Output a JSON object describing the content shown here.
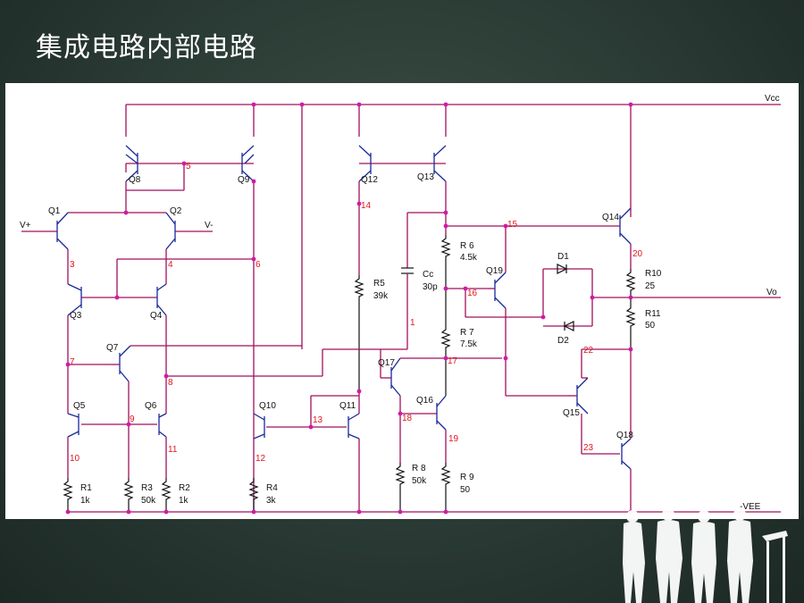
{
  "slide": {
    "title": "集成电路内部电路"
  },
  "rails": {
    "vcc": "Vcc",
    "vee": "-VEE"
  },
  "ports": {
    "vplus": "V+",
    "vminus": "V-",
    "vo": "Vo"
  },
  "transistors": {
    "q1": "Q1",
    "q2": "Q2",
    "q3": "Q3",
    "q4": "Q4",
    "q5": "Q5",
    "q6": "Q6",
    "q7": "Q7",
    "q8": "Q8",
    "q9": "Q9",
    "q10": "Q10",
    "q11": "Q11",
    "q12": "Q12",
    "q13": "Q13",
    "q14": "Q14",
    "q15": "Q15",
    "q16": "Q16",
    "q17": "Q17",
    "q18": "Q18",
    "q19": "Q19"
  },
  "resistors": {
    "r1": {
      "name": "R1",
      "value": "1k"
    },
    "r2": {
      "name": "R2",
      "value": "1k"
    },
    "r3": {
      "name": "R3",
      "value": "50k"
    },
    "r4": {
      "name": "R4",
      "value": "3k"
    },
    "r5": {
      "name": "R5",
      "value": "39k"
    },
    "r6": {
      "name": "R 6",
      "value": "4.5k"
    },
    "r7": {
      "name": "R 7",
      "value": "7.5k"
    },
    "r8": {
      "name": "R 8",
      "value": "50k"
    },
    "r9": {
      "name": "R 9",
      "value": "50"
    },
    "r10": {
      "name": "R10",
      "value": "25"
    },
    "r11": {
      "name": "R11",
      "value": "50"
    }
  },
  "capacitor": {
    "name": "Cc",
    "value": "30p"
  },
  "diodes": {
    "d1": "D1",
    "d2": "D2"
  },
  "nodes": {
    "n1": "1",
    "n3": "3",
    "n4": "4",
    "n5": "5",
    "n6": "6",
    "n7": "7",
    "n8": "8",
    "n9": "9",
    "n10": "10",
    "n11": "11",
    "n12": "12",
    "n13": "13",
    "n14": "14",
    "n15": "15",
    "n16": "16",
    "n17": "17",
    "n18": "18",
    "n19": "19",
    "n20": "20",
    "n22": "22",
    "n23": "23"
  },
  "colors": {
    "wire": "#a0115e",
    "transistor": "#1a2a9a",
    "node_label": "#e0161c",
    "junction": "#d11aa8"
  }
}
